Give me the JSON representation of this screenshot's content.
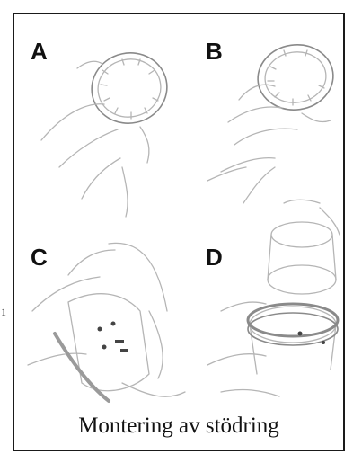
{
  "figure": {
    "caption": "Montering av stödring",
    "panels": [
      {
        "letter": "A"
      },
      {
        "letter": "B"
      },
      {
        "letter": "C"
      },
      {
        "letter": "D"
      }
    ],
    "margin_mark": "1",
    "colors": {
      "border": "#1a1a1a",
      "sketch": "#b5b5b5",
      "text": "#111111"
    }
  }
}
